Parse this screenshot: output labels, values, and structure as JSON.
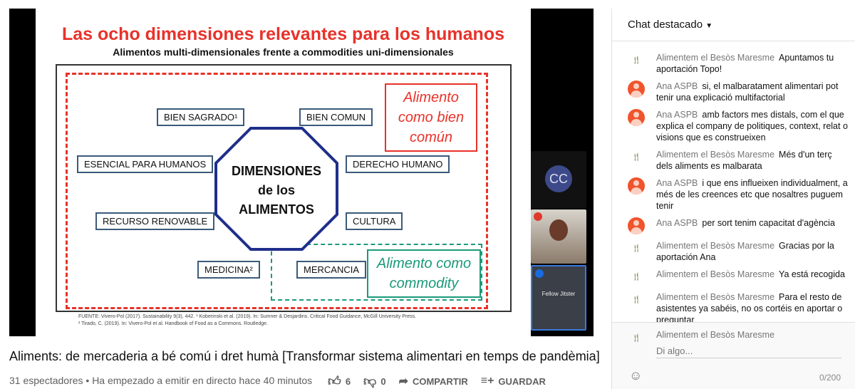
{
  "slide": {
    "title": "Las ocho dimensiones relevantes para los humanos",
    "subtitle": "Alimentos multi-dimensionales frente a commodities uni-dimensionales",
    "center": [
      "DIMENSIONES",
      "de los",
      "ALIMENTOS"
    ],
    "dimensions": [
      "BIEN SAGRADO¹",
      "BIEN COMUN",
      "ESENCIAL PARA HUMANOS",
      "DERECHO HUMANO",
      "RECURSO RENOVABLE",
      "CULTURA",
      "MEDICINA²",
      "MERCANCIA"
    ],
    "bien_comun": "Alimento como bien común",
    "commodity": "Alimento como commodity",
    "footnote1": "FUENTE: Vivero-Pol (2017). Sustainability 9(3), 442. ¹ Koberinski et al. (2019). In: Sumner & Desjardins. Critical Food Guidance, McGill University Press.",
    "footnote2": "² Tirado, C. (2019). In: Vivero-Pol et al. Handbook of Food as a Commons. Routledge."
  },
  "participants": {
    "cc_initials": "CC",
    "tile3_name": "Fellow Jitster"
  },
  "video": {
    "title": "Aliments: de mercaderia a bé comú i dret humà [Transformar sistema alimentari en temps de pandèmia]",
    "meta": "31 espectadores • Ha empezado a emitir en directo hace 40 minutos",
    "likes": "6",
    "dislikes": "0",
    "share": "COMPARTIR",
    "save": "GUARDAR"
  },
  "chat": {
    "header": "Chat destacado",
    "messages": [
      {
        "author": "Alimentem el Besòs Maresme",
        "text": "Apuntamos tu aportación Topo!",
        "type": "ali"
      },
      {
        "author": "Ana ASPB",
        "text": "si, el malbaratament alimentari pot tenir una explicació multifactorial",
        "type": "ana"
      },
      {
        "author": "Ana ASPB",
        "text": "amb factors mes distals, com el que explica el company de politiques, context, relat o visions que es construeixen",
        "type": "ana"
      },
      {
        "author": "Alimentem el Besòs Maresme",
        "text": "Més d'un terç dels aliments es malbarata",
        "type": "ali"
      },
      {
        "author": "Ana ASPB",
        "text": "i que ens influeixen individualment, a més de les creences etc que nosaltres puguem tenir",
        "type": "ana"
      },
      {
        "author": "Ana ASPB",
        "text": "per sort tenim capacitat d'agència",
        "type": "ana"
      },
      {
        "author": "Alimentem el Besòs Maresme",
        "text": "Gracias por la aportación Ana",
        "type": "ali"
      },
      {
        "author": "Alimentem el Besòs Maresme",
        "text": "Ya está recogida",
        "type": "ali"
      },
      {
        "author": "Alimentem el Besòs Maresme",
        "text": "Para el resto de asistentes ya sabéis, no os cortéis en aportar o preguntar",
        "type": "ali"
      }
    ],
    "input_author": "Alimentem el Besòs Maresme",
    "placeholder": "Di algo...",
    "counter": "0/200"
  }
}
